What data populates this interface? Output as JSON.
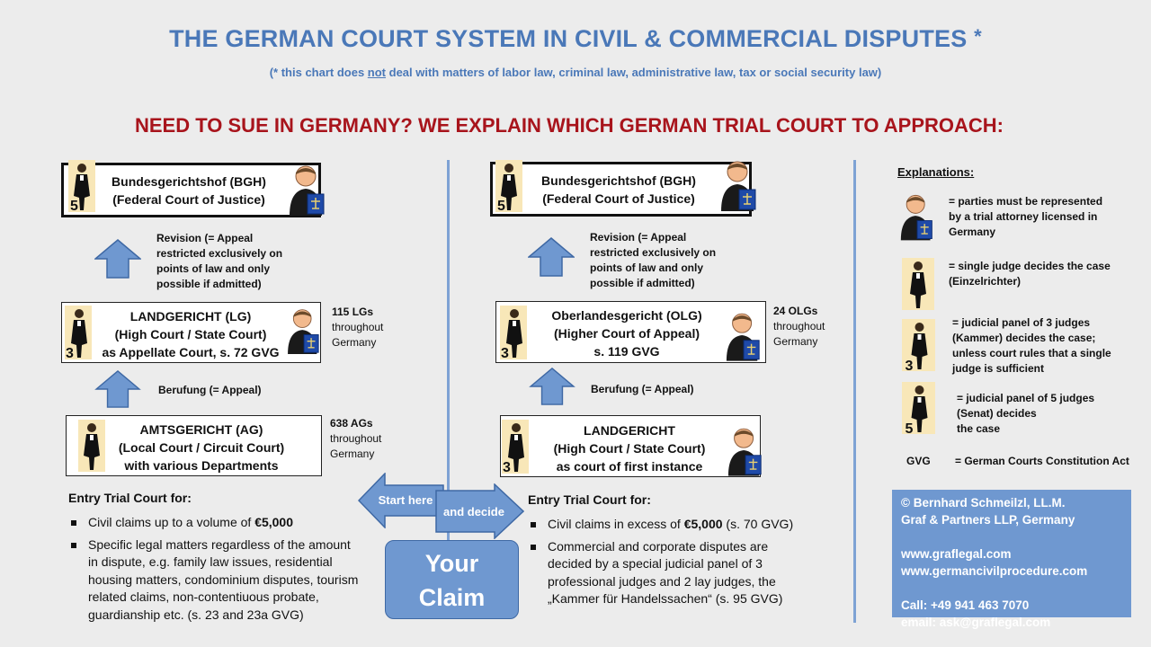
{
  "header": {
    "title": "THE GERMAN COURT SYSTEM IN CIVIL & COMMERCIAL DISPUTES",
    "title_star": "*",
    "subtitle_pre": "(* this chart does ",
    "subtitle_not": "not",
    "subtitle_post": " deal with matters of labor law, criminal law, administrative law, tax or social security law)",
    "headline": "NEED TO SUE IN GERMANY? WE EXPLAIN WHICH GERMAN TRIAL COURT TO APPROACH:"
  },
  "left": {
    "bgh": {
      "lines": [
        "Bundesgerichtshof (BGH)",
        "(Federal Court of Justice)"
      ],
      "panel": "5"
    },
    "revision": [
      "Revision  (= Appeal",
      "restricted exclusively on",
      "points of law and only",
      "possible if admitted)"
    ],
    "lg": {
      "lines": [
        "LANDGERICHT (LG)",
        "(High Court / State Court)",
        "as Appellate Court, s. 72 GVG"
      ],
      "panel": "3"
    },
    "lg_count": {
      "number": "115 LGs",
      "rest": [
        "throughout",
        "Germany"
      ]
    },
    "berufung": "Berufung (= Appeal)",
    "ag": {
      "lines": [
        "AMTSGERICHT (AG)",
        "(Local Court / Circuit Court)",
        "with various Departments"
      ]
    },
    "ag_count": {
      "number": "638 AGs",
      "rest": [
        "throughout",
        "Germany"
      ]
    },
    "entry_title": "Entry Trial Court for:",
    "entry_1_pre": "Civil claims up to a volume of ",
    "entry_1_bold": "€5,000",
    "entry_2": [
      "Specific legal matters regardless of the amount",
      "in dispute, e.g. family law issues, residential",
      "housing matters, condominium disputes, tourism",
      "related claims, non-contentiuous probate,",
      "guardianship etc. (s. 23 and 23a GVG)"
    ]
  },
  "right": {
    "bgh": {
      "lines": [
        "Bundesgerichtshof (BGH)",
        "(Federal Court of Justice)"
      ],
      "panel": "5"
    },
    "revision": [
      "Revision  (= Appeal",
      "restricted exclusively on",
      "points of law and only",
      "possible if admitted)"
    ],
    "olg": {
      "lines": [
        "Oberlandesgericht (OLG)",
        "(Higher Court of Appeal)",
        "s. 119 GVG"
      ],
      "panel": "3"
    },
    "olg_count": {
      "number": "24 OLGs",
      "rest": [
        "throughout",
        "Germany"
      ]
    },
    "berufung": "Berufung (= Appeal)",
    "lg": {
      "lines": [
        "LANDGERICHT",
        "(High Court / State Court)",
        "as court of first instance"
      ],
      "panel": "3"
    },
    "entry_title": "Entry Trial Court for:",
    "entry_1_pre": "Civil claims in excess of ",
    "entry_1_bold": "€5,000",
    "entry_1_post": "  (s. 70 GVG)",
    "entry_2": [
      "Commercial and corporate disputes are",
      "decided by a special judicial panel of 3",
      "professional judges and 2 lay judges, the",
      "„Kammer für Handelssachen“ (s. 95 GVG)"
    ]
  },
  "center": {
    "start_here": "Start here",
    "and_decide": "and decide",
    "claim_lines": [
      "Your",
      "Claim"
    ]
  },
  "explanations": {
    "title": "Explanations:",
    "lawyer": [
      "= parties must be represented",
      "by a trial attorney licensed in",
      "Germany"
    ],
    "single": [
      "= single judge decides the case",
      "(Einzelrichter)"
    ],
    "panel3": [
      "= judicial panel of 3 judges",
      "(Kammer) decides the case;",
      "unless court rules that a single",
      "judge is sufficient"
    ],
    "panel3_num": "3",
    "panel5": [
      "= judicial panel of 5 judges",
      "(Senat) decides",
      "the case"
    ],
    "panel5_num": "5",
    "gvg_abbr": "GVG",
    "gvg_def": "= German Courts Constitution Act"
  },
  "contact": {
    "lines": [
      "©  Bernhard Schmeilzl, LL.M.",
      "     Graf & Partners LLP, Germany",
      "",
      "     www.graflegal.com",
      "     www.germancivilprocedure.com",
      "",
      "     Call: +49 941 463 7070",
      "     email:  ask@graflegal.com"
    ]
  },
  "colors": {
    "title_blue": "#4a78b8",
    "headline_red": "#a8141c",
    "accent_blue": "#6f98d0",
    "judge_bg": "#f8e7b8"
  },
  "icons": {
    "judge": "judge-icon",
    "lawyer": "lawyer-icon",
    "arrow": "up-arrow-icon"
  }
}
